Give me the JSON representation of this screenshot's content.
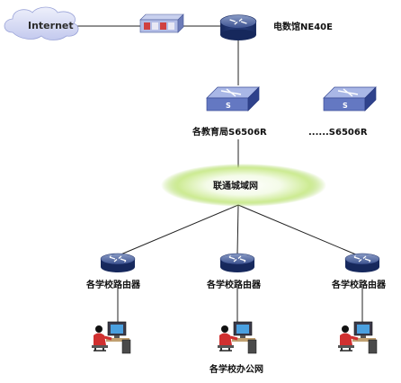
{
  "internet": {
    "label": "Internet"
  },
  "core_router": {
    "label": "电数馆NE40E"
  },
  "edu_switch": {
    "label": "各教育局S6506R"
  },
  "other_switch": {
    "label": "......S6506R"
  },
  "man_cloud": {
    "label": "联通城域网"
  },
  "school_routers": [
    {
      "label": "各学校路由器"
    },
    {
      "label": "各学校路由器"
    },
    {
      "label": "各学校路由器"
    }
  ],
  "office_network": {
    "label": "各学校办公网"
  },
  "colors": {
    "line": "#222222",
    "router_top": "#5a6fa0",
    "router_body": "#1e3470",
    "switch_top": "#a9b7e6",
    "switch_front": "#5f73bd",
    "switch_side": "#2f428c",
    "cloud_glow": "#b6e06d",
    "internet_cloud": "#d5d9f4"
  },
  "icons": {
    "internet": "cloud-icon",
    "firewall": "firewall-icon",
    "router": "router-icon",
    "switch": "switch-icon",
    "workstation": "user-workstation-icon"
  }
}
